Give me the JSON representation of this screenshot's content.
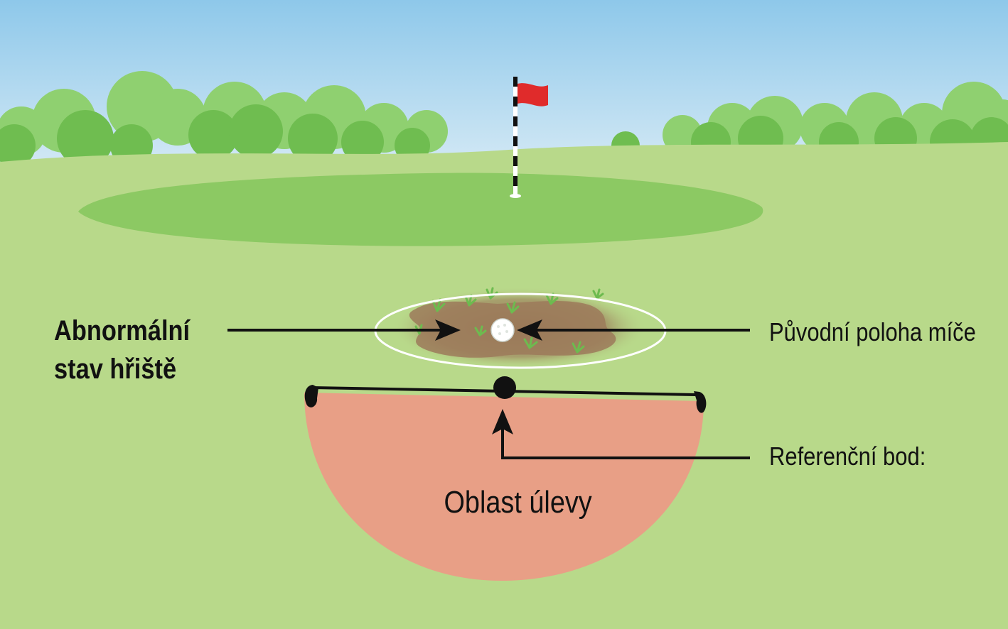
{
  "labels": {
    "abnormal_line1": "Abnormální",
    "abnormal_line2": "stav hřiště",
    "original_position": "Původní poloha míče",
    "reference_point": "Referenční bod:",
    "relief_area": "Oblast úlevy"
  },
  "colors": {
    "sky_top": "#8ec8ea",
    "sky_bottom": "#cfe6f4",
    "trees_back": "#8ccf6e",
    "trees_front": "#6dbb4f",
    "fairway": "#b8d98a",
    "green": "#8cc963",
    "flag": "#e02b2b",
    "mud": "#9c7a5a",
    "relief_area": "#e89f86",
    "line": "#111111",
    "ellipse_outline": "#ffffff"
  },
  "icons": [
    "flag-icon",
    "golf-ball-icon",
    "arrow-right-icon",
    "arrow-left-icon",
    "arrow-up-icon"
  ]
}
